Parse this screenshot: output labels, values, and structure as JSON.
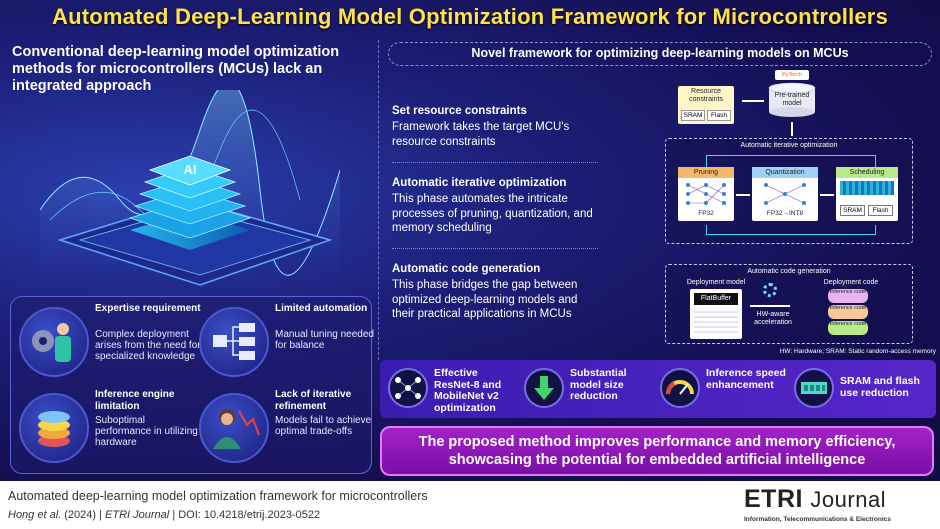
{
  "title": "Automated Deep-Learning Model Optimization Framework for Microcontrollers",
  "left": {
    "intro": "Conventional deep-learning model optimization methods for microcontrollers (MCUs) lack an integrated approach",
    "hero_chip_label": "AI",
    "challenges": [
      {
        "title": "Expertise requirement",
        "desc": "Complex deployment arises from the need for specialized knowledge",
        "icon": "gear-person-icon"
      },
      {
        "title": "Limited automation",
        "desc": "Manual tuning needed for balance",
        "icon": "flowchart-icon"
      },
      {
        "title": "Inference engine limitation",
        "desc": "Suboptimal performance in utilizing hardware",
        "icon": "database-stack-icon"
      },
      {
        "title": "Lack of iterative refinement",
        "desc": "Models fail to achieve optimal trade-offs",
        "icon": "person-chart-icon"
      }
    ]
  },
  "right": {
    "header": "Novel framework for optimizing deep-learning models on MCUs",
    "steps": [
      {
        "title": "Set resource constraints",
        "desc": "Framework takes the target MCU's resource constraints"
      },
      {
        "title": "Automatic iterative optimization",
        "desc": "This phase automates the intricate processes of pruning, quantization, and memory scheduling"
      },
      {
        "title": "Automatic code generation",
        "desc": "This phase bridges the gap between optimized deep-learning models and their practical applications in MCUs"
      }
    ],
    "diagram": {
      "pytorch_tag": "PyTorch",
      "resource_constraints": "Resource constraints",
      "sram": "SRAM",
      "flash": "Flash",
      "pretrained": "Pre-trained model",
      "auto_iter_title": "Automatic iterative optimization",
      "pruning": "Pruning",
      "pruning_caption": "FP32",
      "quantization": "Quantization",
      "quant_caption_a": "FP32",
      "quant_caption_b": "INT8",
      "scheduling": "Scheduling",
      "code_gen_title": "Automatic code generation",
      "deployment_model": "Deployment model",
      "flatbuffer": "FlatBuffer",
      "hw_aware": "HW-aware acceleration",
      "deployment_code": "Deployment code",
      "inference_code": "Inference code",
      "footnote": "HW: Hardware; SRAM: Static random-access memory"
    },
    "benefits": [
      {
        "text": "Effective ResNet-8 and MobileNet v2 optimization",
        "icon": "neural-network-icon"
      },
      {
        "text": "Substantial model size reduction",
        "icon": "down-arrow-icon"
      },
      {
        "text": "Inference speed enhancement",
        "icon": "speedometer-icon"
      },
      {
        "text": "SRAM and flash use reduction",
        "icon": "memory-chip-icon"
      }
    ],
    "conclusion": "The proposed method improves performance and memory efficiency, showcasing the potential for embedded artificial intelligence"
  },
  "footer": {
    "title": "Automated deep-learning model optimization framework for microcontrollers",
    "cite_authors": "Hong et al.",
    "cite_year": "(2024) |",
    "cite_journal": "ETRI Journal",
    "cite_doi": "| DOI: 10.4218/etrij.2023-0522",
    "logo_main": "ETRI",
    "logo_journal": "Journal",
    "logo_sub": "Information, Telecommunications & Electronics"
  },
  "colors": {
    "title_yellow": "#ffe24a",
    "accent_purple": "#a322c9",
    "bg_navy": "#150f52",
    "pruning_orange": "#f5b86b",
    "quant_blue": "#9fd3f5",
    "sched_green": "#b9ea8a"
  }
}
